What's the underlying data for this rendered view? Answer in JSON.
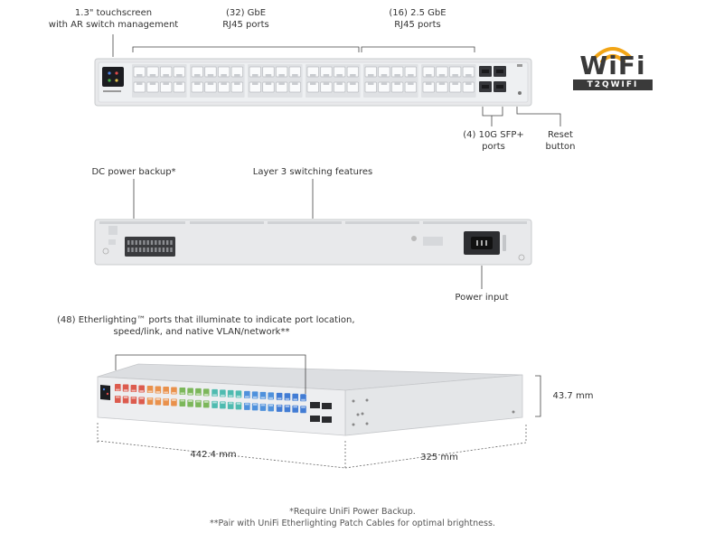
{
  "logo": {
    "brand": "WiFi",
    "sub": "T2QWIFI",
    "colors": {
      "dark": "#3a3a3a",
      "accent": "#f2a516"
    }
  },
  "front": {
    "touchscreen": [
      "1.3\" touchscreen",
      "with AR switch management"
    ],
    "gbe": [
      "(32) GbE",
      "RJ45 ports"
    ],
    "ge25": [
      "(16) 2.5 GbE",
      "RJ45 ports"
    ],
    "sfp": [
      "(4) 10G SFP+",
      "ports"
    ],
    "reset": [
      "Reset",
      "button"
    ]
  },
  "rear": {
    "dc": "DC power backup*",
    "l3": "Layer 3 switching features",
    "power": "Power input"
  },
  "iso": {
    "etherlighting": [
      "(48) Etherlighting™ ports that illuminate to indicate port location,",
      "speed/link, and native VLAN/network**"
    ],
    "height": "43.7 mm",
    "width": "442.4 mm",
    "depth": "325 mm",
    "led_colors": [
      "#d94a3c",
      "#e8863a",
      "#6fb04a",
      "#3db5a8",
      "#3d86d9",
      "#2f6fd0"
    ]
  },
  "footnotes": [
    "*Require UniFi Power Backup.",
    "**Pair with UniFi Etherlighting Patch Cables for optimal brightness."
  ]
}
